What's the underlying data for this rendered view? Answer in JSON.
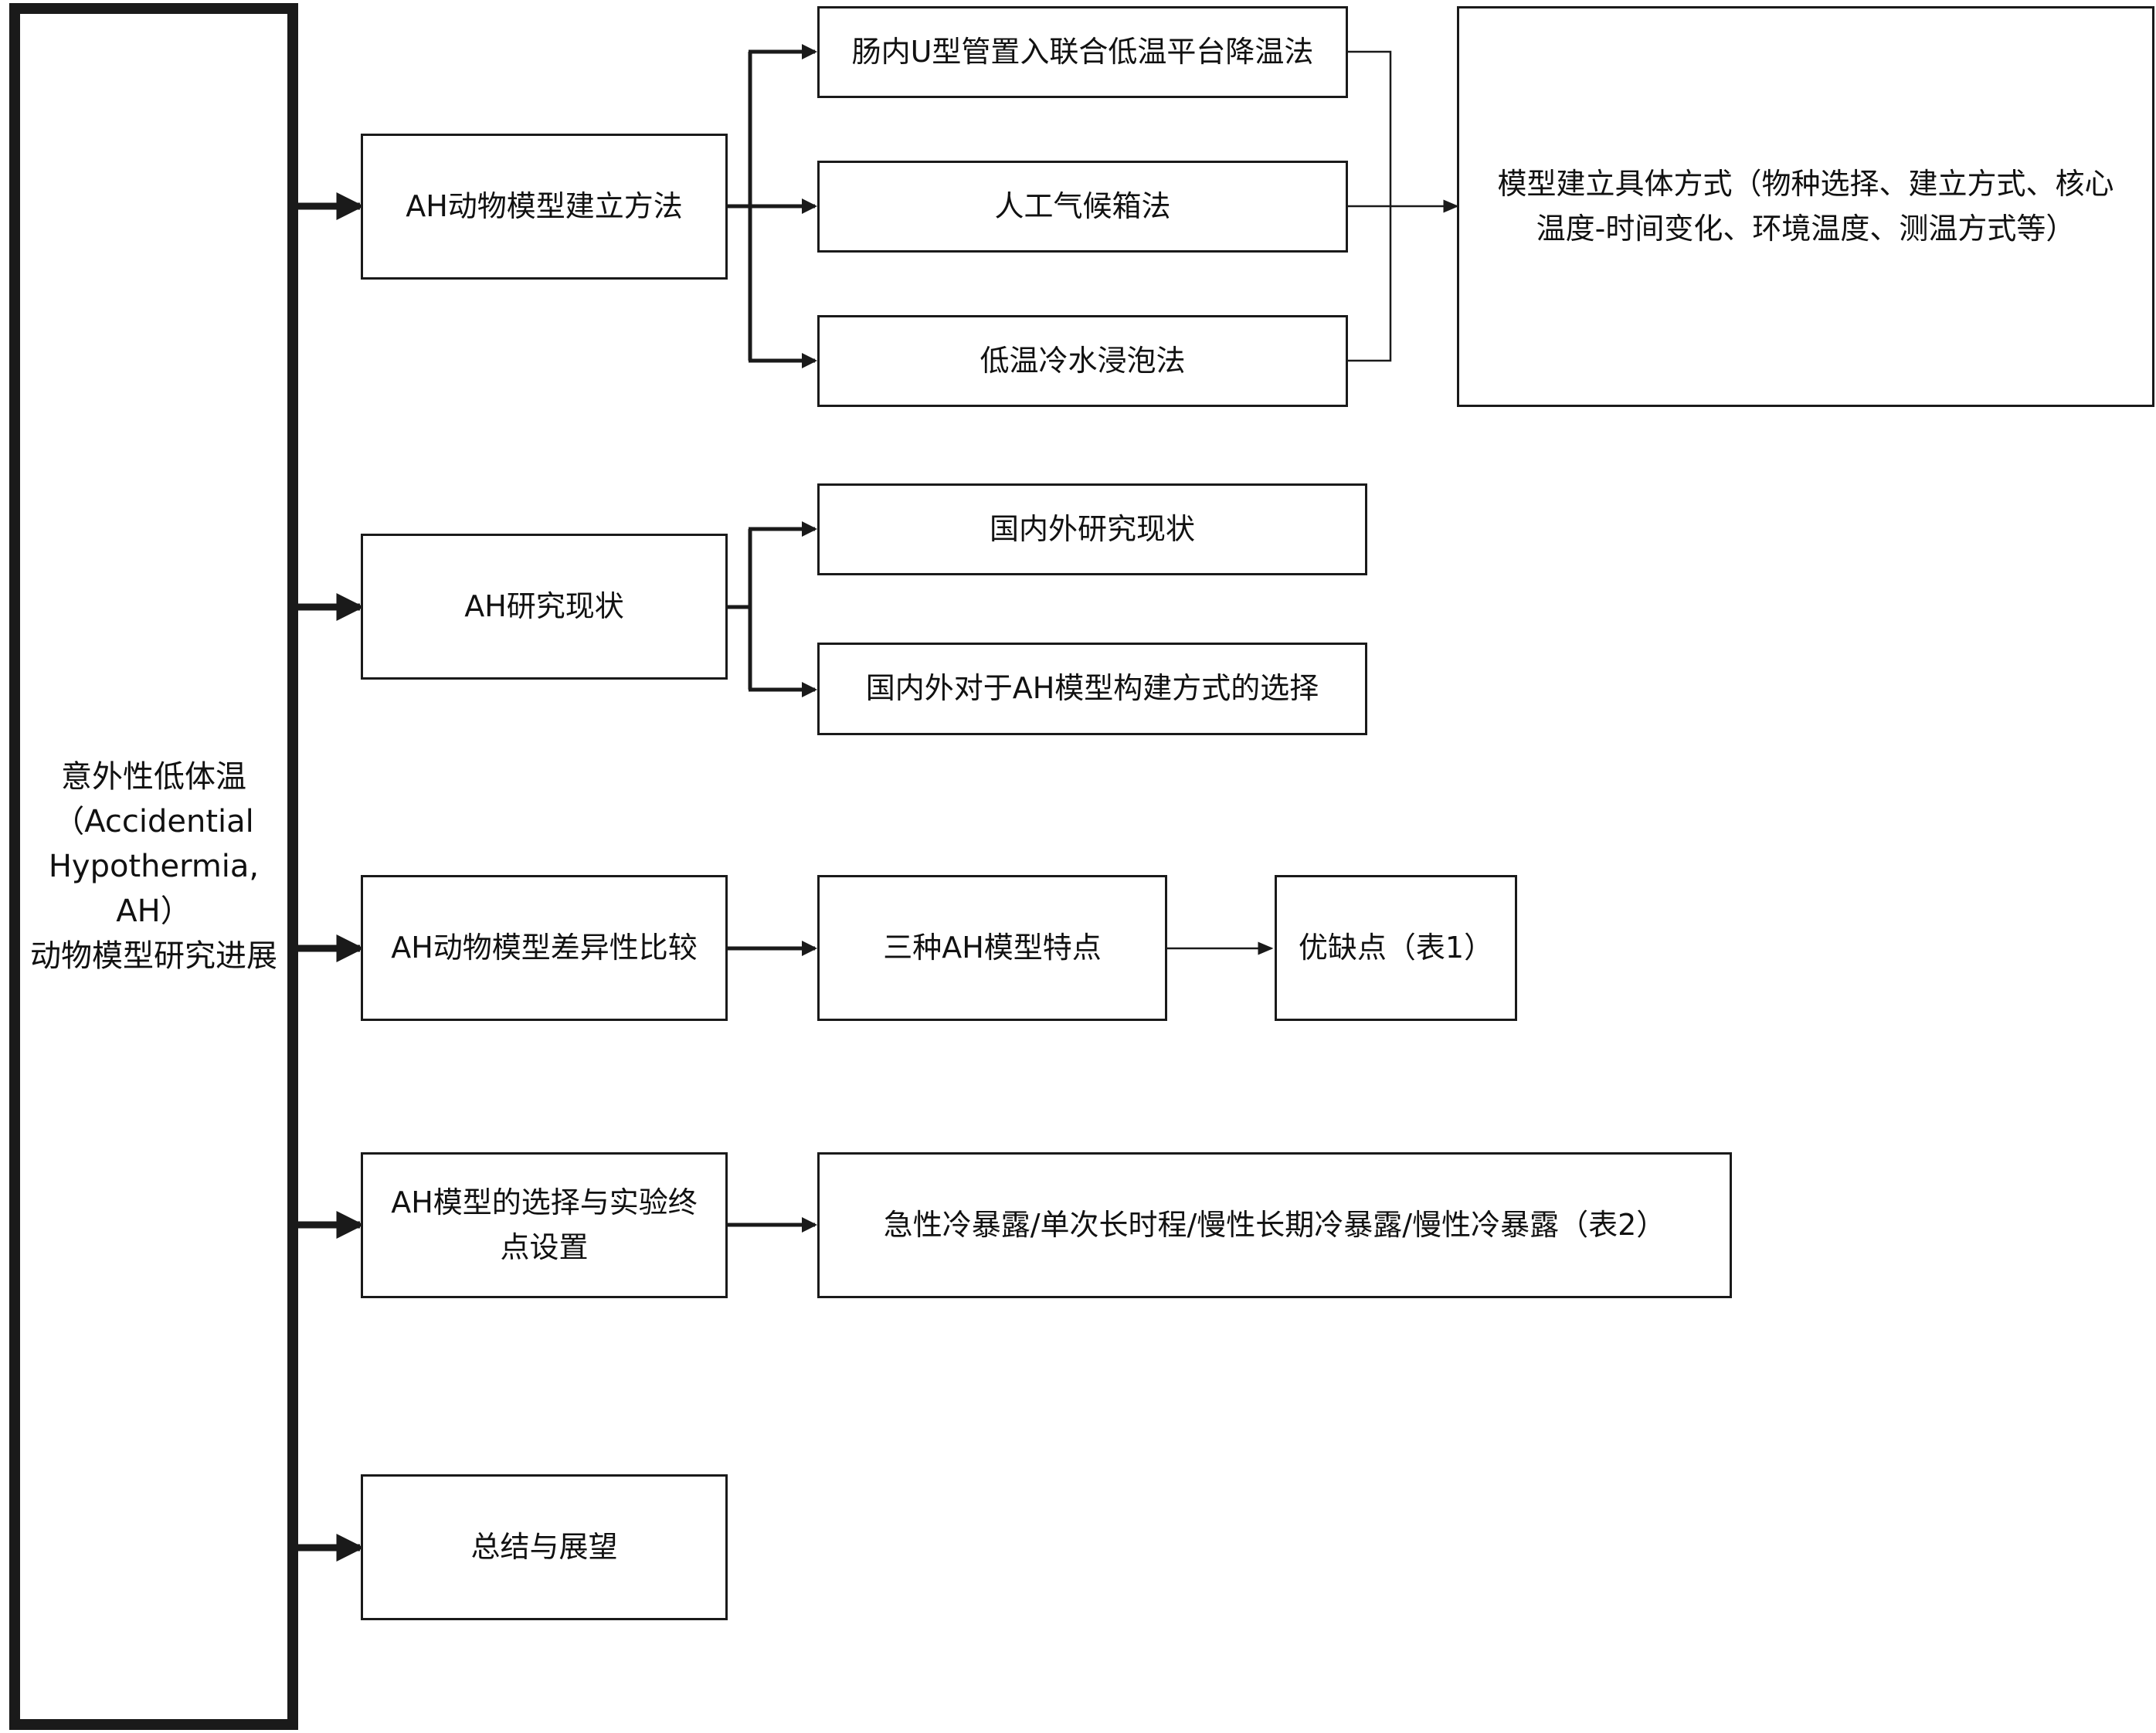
{
  "root": {
    "lines": [
      "意外性低体温",
      "（Accidential",
      "Hypothermia, AH）",
      "动物模型研究进展"
    ]
  },
  "level1": [
    {
      "label": "AH动物模型建立方法"
    },
    {
      "label": "AH研究现状"
    },
    {
      "label": "AH动物模型差异性比较"
    },
    {
      "lines": [
        "AH模型的选择与实验终",
        "点设置"
      ]
    },
    {
      "label": "总结与展望"
    }
  ],
  "methods": [
    {
      "label": "肠内U型管置入联合低温平台降温法"
    },
    {
      "label": "人工气候箱法"
    },
    {
      "label": "低温冷水浸泡法"
    }
  ],
  "method_detail": {
    "lines": [
      "模型建立具体方式（物种选择、建立方式、核心",
      "温度-时间变化、环境温度、测温方式等）"
    ]
  },
  "status": [
    {
      "label": "国内外研究现状"
    },
    {
      "label": "国内外对于AH模型构建方式的选择"
    }
  ],
  "comparison": {
    "features": "三种AH模型特点",
    "pros_cons": "优缺点（表1）"
  },
  "endpoint": {
    "label": "急性冷暴露/单次长时程/慢性长期冷暴露/慢性冷暴露（表2）"
  }
}
